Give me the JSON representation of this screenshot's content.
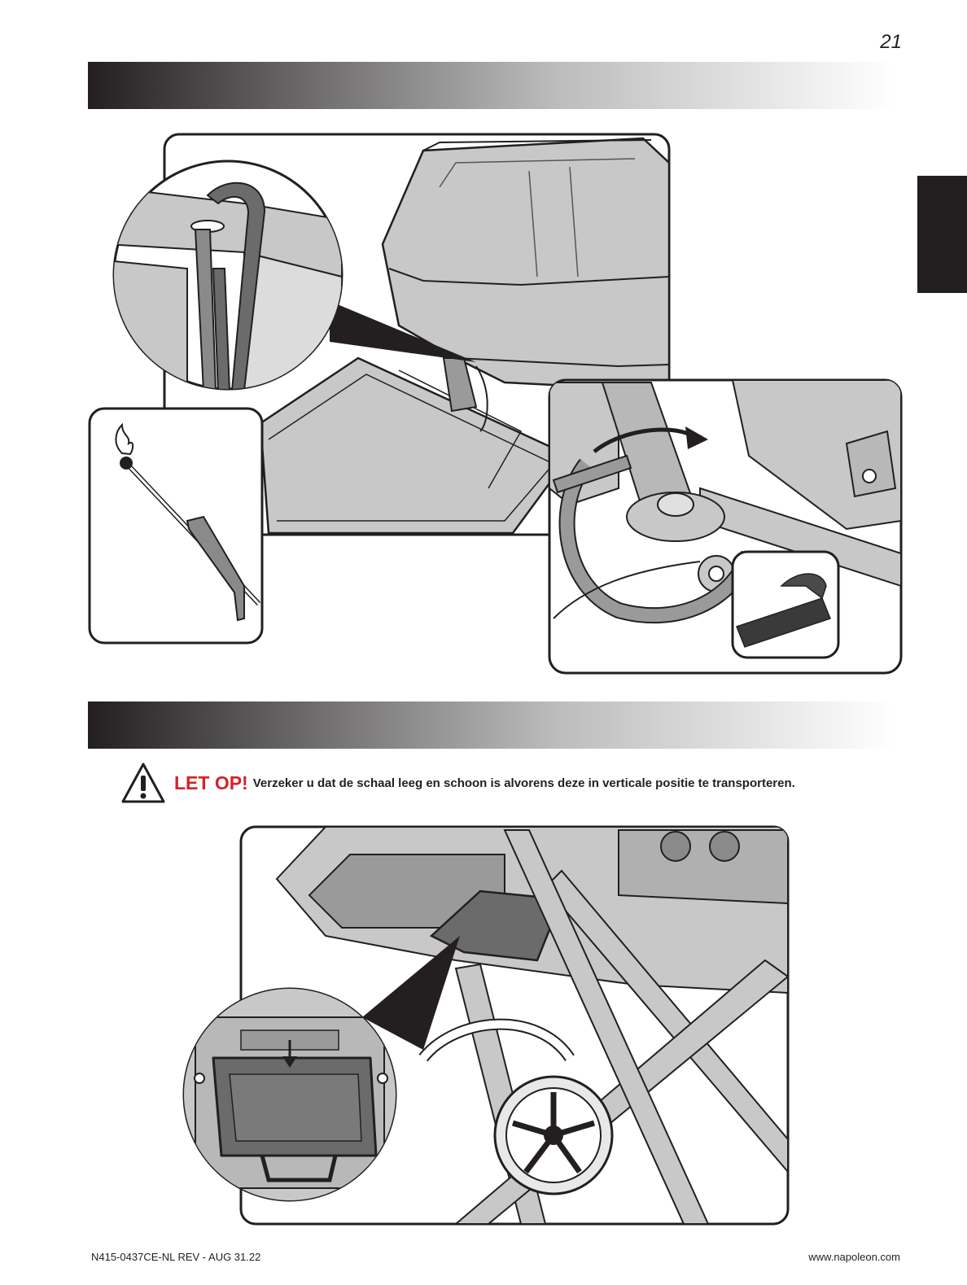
{
  "page": {
    "number": "21"
  },
  "warning": {
    "icon": "warning-triangle-icon",
    "title": "LET OP!",
    "text": "Verzeker u dat de schaal leeg en schoon is alvorens deze in verticale positie te transporteren."
  },
  "footer": {
    "doc_code": "N415-0437CE-NL REV - AUG 31.22",
    "website": "www.napoleon.com"
  },
  "colors": {
    "warning_red": "#d2232a",
    "line": "#231f20",
    "part_fill": "#c8c8c8",
    "dark_part": "#6b6b6b",
    "band_dark": "#231f20"
  }
}
